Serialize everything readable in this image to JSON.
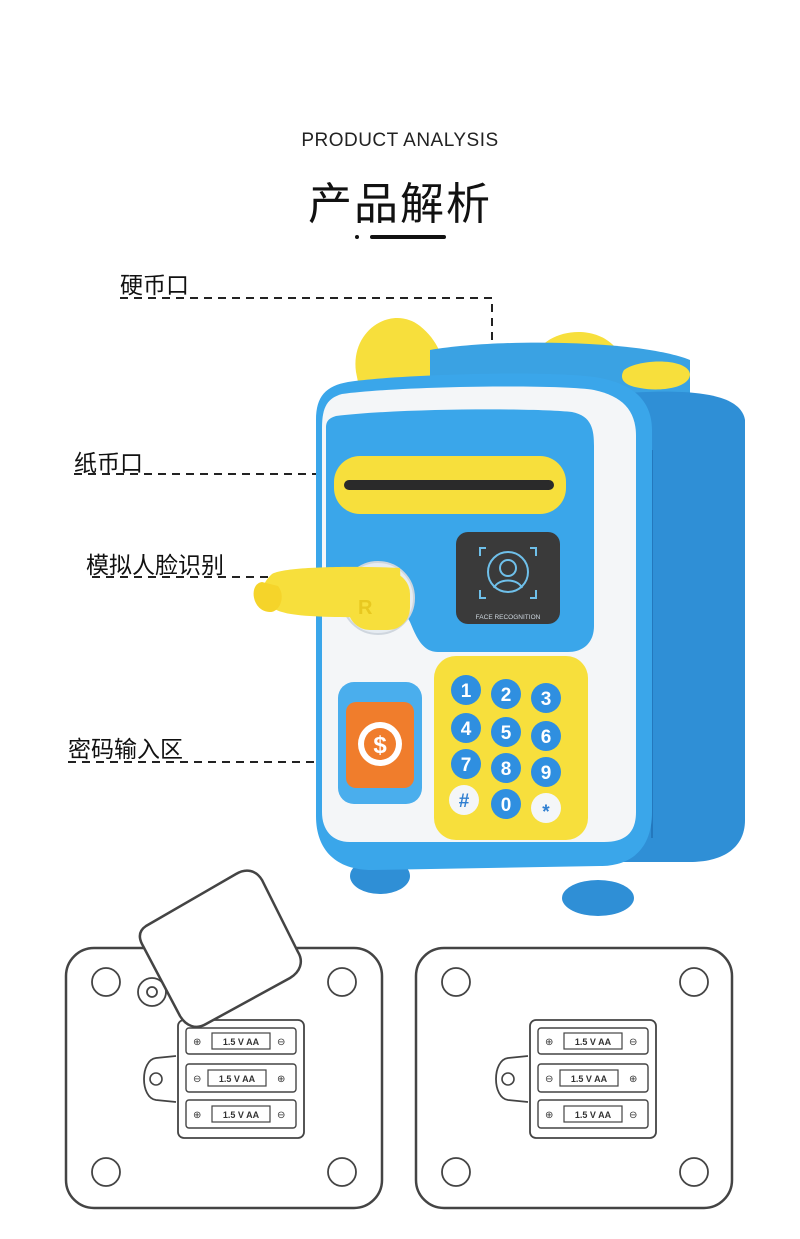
{
  "header": {
    "subtitle_en": "PRODUCT ANALYSIS",
    "title_cn": "产品解析"
  },
  "callouts": [
    {
      "label": "硬币口"
    },
    {
      "label": "纸币口"
    },
    {
      "label": "模拟人脸识别"
    },
    {
      "label": "密码输入区"
    }
  ],
  "product": {
    "screen_label": "FACE RECOGNITION",
    "coin_symbol": "$",
    "handle_letter": "R",
    "keypad": [
      "1",
      "2",
      "3",
      "4",
      "5",
      "6",
      "7",
      "8",
      "9",
      "#",
      "0",
      "*"
    ]
  },
  "battery_panels": [
    {
      "name": "bottom-with-door-open",
      "batteries": [
        "1.5 V AA",
        "1.5 V AA",
        "1.5 V AA"
      ]
    },
    {
      "name": "bottom-closed",
      "batteries": [
        "1.5 V AA",
        "1.5 V AA",
        "1.5 V AA"
      ]
    }
  ],
  "colors": {
    "blue": "#2f9be0",
    "light_blue": "#5db7ee",
    "yellow": "#f7e24a",
    "white": "#f4f6f8",
    "orange": "#f07d2c",
    "dark_screen": "#3a3a3a"
  }
}
